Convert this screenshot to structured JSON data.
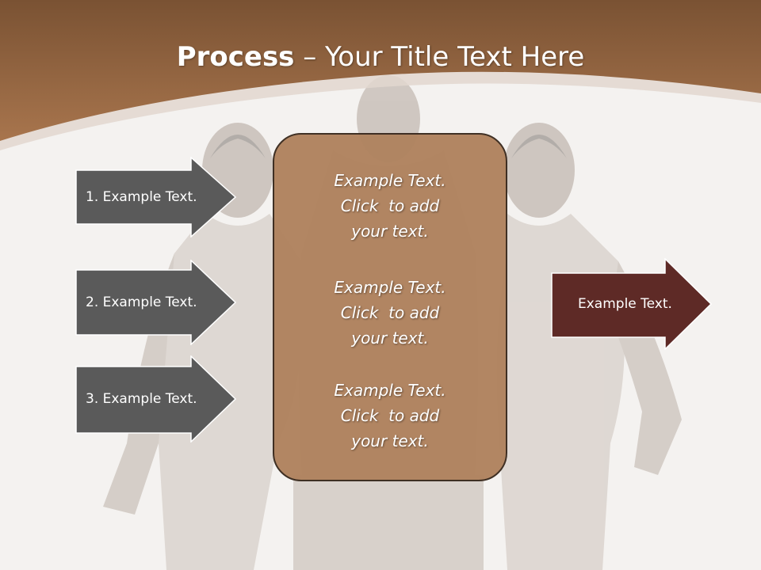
{
  "title": {
    "bold": "Process",
    "rest": " – Your Title Text Here"
  },
  "left_arrows": [
    {
      "label": "1. Example Text."
    },
    {
      "label": "2. Example Text."
    },
    {
      "label": "3. Example Text."
    }
  ],
  "center_blocks": [
    {
      "line1": "Example Text.",
      "line2": "Click  to add",
      "line3": "your text."
    },
    {
      "line1": "Example Text.",
      "line2": "Click  to add",
      "line3": "your text."
    },
    {
      "line1": "Example Text.",
      "line2": "Click  to add",
      "line3": "your text."
    }
  ],
  "right_arrow": {
    "label": "Example Text."
  },
  "colors": {
    "header": "#a06e48",
    "left_arrow": "#5a5a5a",
    "right_arrow": "#5e2a26",
    "center_box": "#b0835f"
  }
}
